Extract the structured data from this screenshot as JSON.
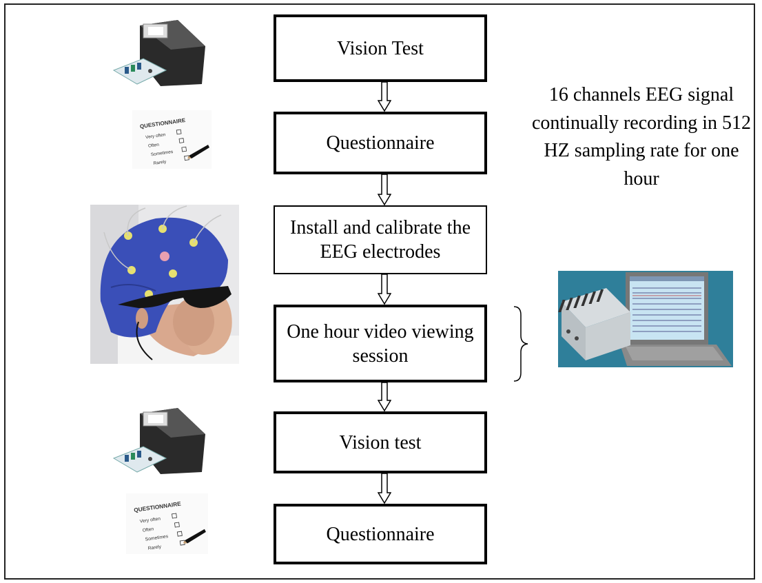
{
  "steps": [
    {
      "label": "Vision Test"
    },
    {
      "label": "Questionnaire"
    },
    {
      "label": "Install and calibrate the EEG electrodes"
    },
    {
      "label": "One hour video viewing session"
    },
    {
      "label": "Vision test"
    },
    {
      "label": "Questionnaire"
    }
  ],
  "side_note": "16 channels EEG signal continually recording in 512 HZ sampling rate for one hour",
  "illustrations": {
    "vision_device": "vision-tester-illustration",
    "questionnaire_sheet": {
      "title": "QUESTIONNAIRE",
      "options": [
        "Very often",
        "Often",
        "Sometimes",
        "Rarely"
      ]
    },
    "eeg_cap_photo": "eeg-cap-photo",
    "recorder": "eeg-recorder-laptop-illustration"
  },
  "colors": {
    "border": "#000000",
    "cap_blue": "#3a4fb8",
    "screen_bg": "#c8e4f2"
  }
}
